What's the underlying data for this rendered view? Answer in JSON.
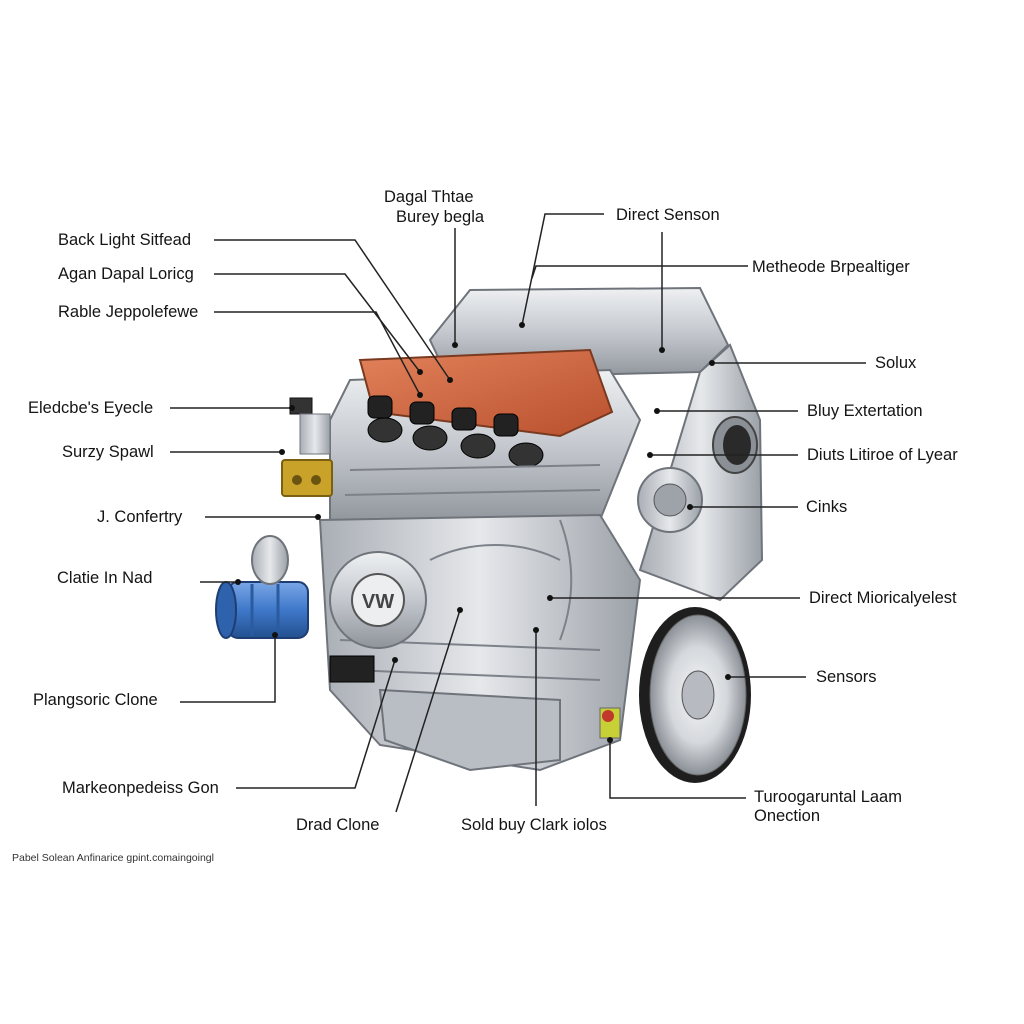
{
  "colors": {
    "background": "#ffffff",
    "engine_body": "#c9ccd1",
    "valve_cover": "#d7663f",
    "inlet": "#3f78c9",
    "sensor_block": "#c9a22a",
    "leader_line": "#222222"
  },
  "icons": {
    "brand_emblem": "vw-emblem"
  },
  "labels": {
    "top_center": [
      "Dagal Thtae",
      "Burey begla"
    ],
    "left": [
      "Back Light Sitfead",
      "Agan Dapal Loricg",
      "Rable Jeppolefewe",
      "Eledcbe's Eyecle",
      "Surzy Spawl",
      "J. Confertry",
      "Clatie In Nad",
      "Plangsoric Clone",
      "Markeonpedeiss Gon"
    ],
    "right": [
      "Direct Senson",
      "Metheode Brpealtiger",
      "Solux",
      "Bluy Extertation",
      "Diuts Litiroe of Lyear",
      "Cinks",
      "Direct Mioricalyelest",
      "Sensors"
    ],
    "bottom": [
      "Drad Clone",
      "Sold buy Clark iolos"
    ],
    "bottom_right": [
      "Turoogaruntal Laam",
      "Onection"
    ]
  },
  "footer": "Pabel Solean Anfinarice gpint.comaingoingl"
}
